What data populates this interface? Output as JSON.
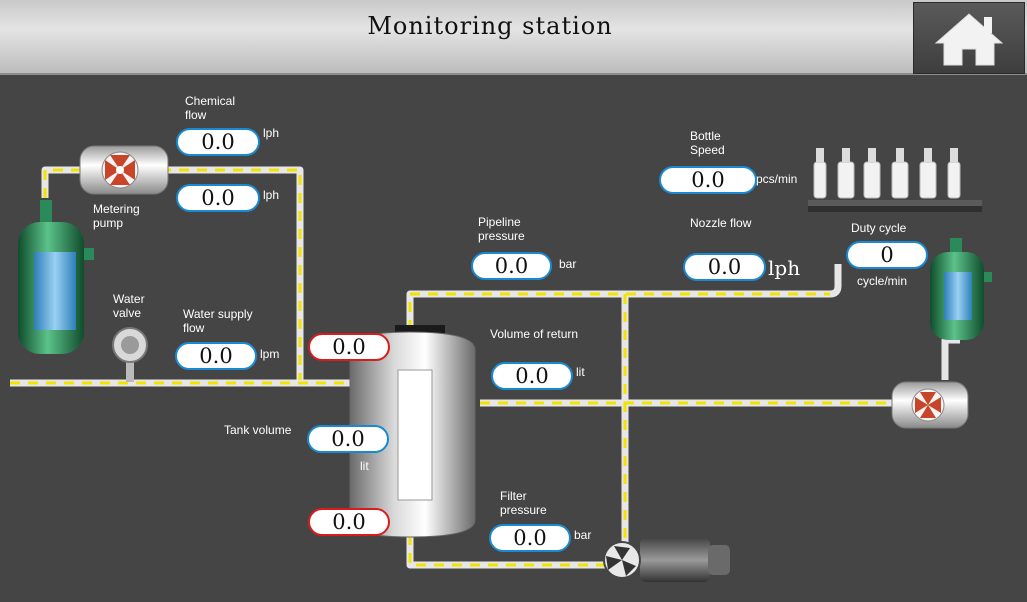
{
  "header": {
    "title": "Monitoring station",
    "home_icon": "home-icon"
  },
  "labels": {
    "chemical_flow": "Chemical flow",
    "metering_pump": "Metering pump",
    "water_valve": "Water valve",
    "water_supply_flow": "Water supply flow",
    "tank_volume": "Tank volume",
    "pipeline_pressure": "Pipeline pressure",
    "volume_of_return": "Volume of return",
    "filter_pressure": "Filter pressure",
    "bottle_speed": "Bottle Speed",
    "nozzle_flow": "Nozzle flow",
    "duty_cycle": "Duty cycle"
  },
  "units": {
    "lph": "lph",
    "lpm": "lpm",
    "lit": "lit",
    "bar": "bar",
    "pcs_min": "pcs/min",
    "nozzle_lph": "lph",
    "cycle_min": "cycle/min"
  },
  "values": {
    "chemical_flow_1": "0.0",
    "chemical_flow_2": "0.0",
    "water_supply_flow": "0.0",
    "tank_top": "0.0",
    "tank_volume": "0.0",
    "tank_bottom": "0.0",
    "pipeline_pressure": "0.0",
    "volume_of_return": "0.0",
    "filter_pressure": "0.0",
    "bottle_speed": "0.0",
    "nozzle_flow": "0.0",
    "duty_cycle": "0"
  },
  "colors": {
    "background": "#454545",
    "value_border": "#1a8ad0",
    "alarm_border": "#d81c1c",
    "flow_dash": "#f2e300"
  }
}
